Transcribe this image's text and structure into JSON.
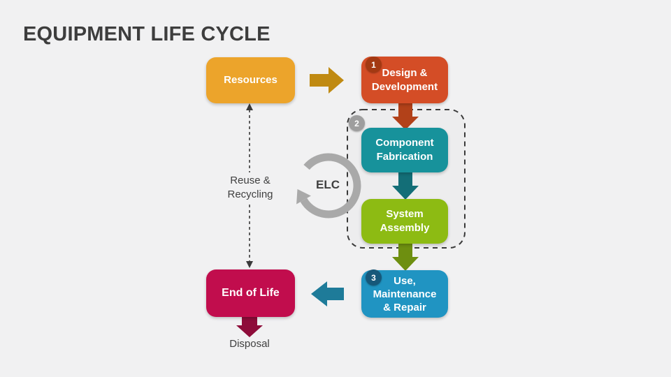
{
  "slide": {
    "title": "EQUIPMENT LIFE CYCLE",
    "title_color": "#3D3D3D",
    "background": "#F1F1F2"
  },
  "diagram": {
    "nodes": {
      "resources": {
        "label": "Resources",
        "color": "#ECA42B"
      },
      "design": {
        "badge": "1",
        "label": "Design &\nDevelopment",
        "color": "#D44D26",
        "badge_color": "#A33912"
      },
      "component": {
        "label": "Component\nFabrication",
        "color": "#17929B"
      },
      "system": {
        "label": "System\nAssembly",
        "color": "#8DBB13"
      },
      "use": {
        "badge": "3",
        "label": "Use,\nMaintenance\n& Repair",
        "color": "#2094C2",
        "badge_color": "#16587A"
      },
      "end_of_life": {
        "label": "End of Life",
        "color": "#C10D4D"
      }
    },
    "group": {
      "badge": "2",
      "badge_color": "#9E9E9E",
      "border_color": "#3A3A3A",
      "fill": "#EDEDEE"
    },
    "arrows": {
      "resources_to_design": {
        "color": "#C08A12"
      },
      "design_to_component": {
        "color": "#B24119"
      },
      "component_to_system": {
        "color": "#136E77"
      },
      "system_to_use": {
        "color": "#6E8F10"
      },
      "use_to_end_of_life": {
        "color": "#1E7B99"
      },
      "end_of_life_to_disposal": {
        "color": "#8E0C3A"
      },
      "recycle": {
        "color": "#3A3A3A",
        "label": "Reuse &\nRecycling"
      }
    },
    "cycle_icon": {
      "label": "ELC",
      "ring_color": "#A9A9A9"
    },
    "disposal_label": "Disposal",
    "label_color": "#3F3F3F"
  }
}
